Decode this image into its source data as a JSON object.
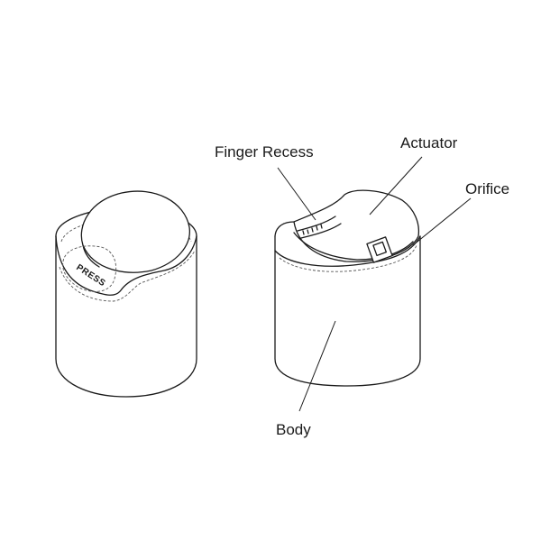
{
  "labels": {
    "finger_recess": "Finger Recess",
    "actuator": "Actuator",
    "orifice": "Orifice",
    "body": "Body"
  },
  "cap_text": "PRESS",
  "colors": {
    "line": "#1a1a1a",
    "background": "#ffffff"
  }
}
